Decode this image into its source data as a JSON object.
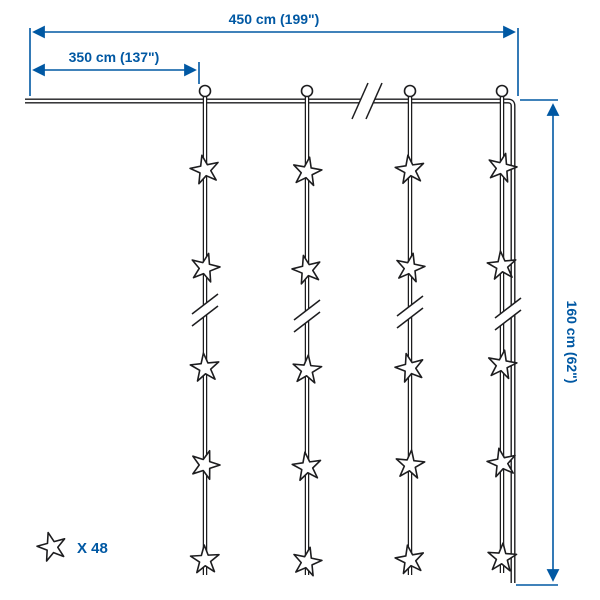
{
  "dimensions": {
    "total_width": "450 cm (199\")",
    "partial_width": "350 cm (137\")",
    "height": "160 cm (62\")"
  },
  "legend": {
    "star_count": "X 48"
  },
  "icons": {
    "star": "star-icon",
    "hook": "hook-ring-icon",
    "break_mark": "break-mark-icon",
    "arrowhead": "dimension-arrow-icon"
  },
  "colors": {
    "dimension_blue": "#0058a3",
    "line_dark": "#1d1d1f",
    "background": "#ffffff"
  }
}
